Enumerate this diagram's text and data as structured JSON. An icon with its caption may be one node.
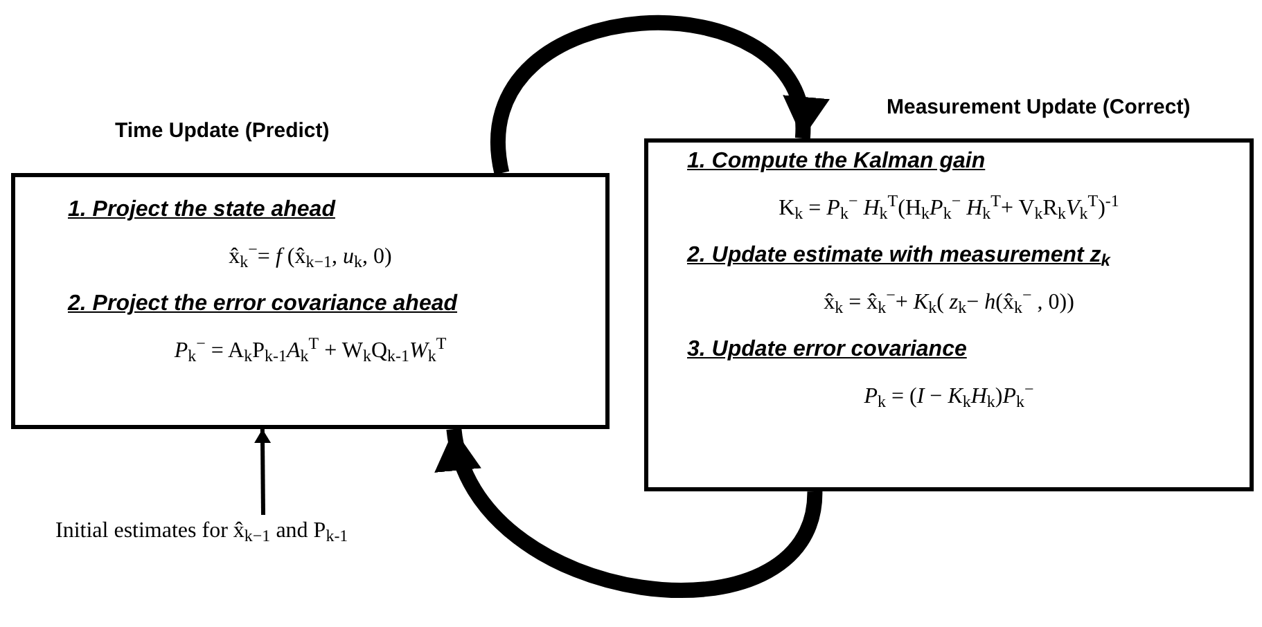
{
  "diagram": {
    "nodes": [
      {
        "text": [
          "Time Update (Predict)",
          "1. Project the state ahead",
          "x̂$_{k}$$^{−}$= *f* (x̂$_{k−1}$, *u*$_{k}$, 0)",
          "2. Project the error covariance ahead",
          "*P*$_{k}$$^{−}$ = A$_{k}$P$_{k-1}$*A*$_{k}$$^{T}$ + W$_{k}$Q$_{k-1}$*W*$_{k}$$^{T}$"
        ]
      },
      {
        "text": [
          "Measurement Update (Correct)",
          "1. Compute the Kalman gain",
          "K$_{k}$ = *P*$_{k}$$^{−}$ *H*$_{k}$$^{T}$(H$_{k}$*P*$_{k}$$^{−}$ *H*$_{k}$$^{T}$+ V$_{k}$R$_{k}$*V*$_{k}$$^{T}$)$^{-1}$",
          "2. Update estimate with measurement z$_{k}$",
          "x̂$_{k}$ = x̂$_{k}$$^{−}$+ *K*$_{k}$( *z*$_{k}$− *h*(x̂$_{k}$$^{−}$ , 0))",
          "3. Update error covariance",
          "*P*$_{k}$ = (*I* − *K*$_{k}$*H*$_{k}$)*P*$_{k}$$^{−}$"
        ]
      },
      {
        "text": [
          "Initial estimates for x̂$_{k−1}$ and P$_{k-1}$"
        ]
      }
    ],
    "edges": [
      {
        "from": 0,
        "to": 1,
        "arrow": "to"
      },
      {
        "from": 1,
        "to": 0,
        "arrow": "to"
      },
      {
        "from": 2,
        "to": 0,
        "arrow": "to"
      }
    ]
  }
}
